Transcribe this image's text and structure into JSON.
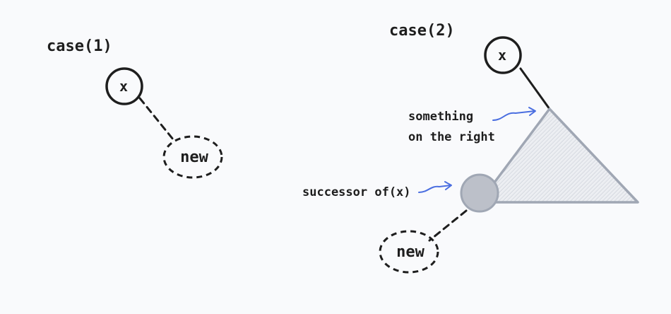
{
  "case1": {
    "title": "case(1)",
    "node_label": "x",
    "new_label": "new"
  },
  "case2": {
    "title": "case(2)",
    "node_label": "x",
    "new_label": "new",
    "annotation_right_line1": "something",
    "annotation_right_line2": "on the right",
    "annotation_successor": "successor of(x)"
  },
  "colors": {
    "ink": "#1e1e1e",
    "subtree_stroke": "#a0a7b4",
    "subtree_fill": "#e6e8ed",
    "successor_fill": "#bcc0c9",
    "arrow": "#4a6ee0",
    "background": "#f9fafc"
  }
}
